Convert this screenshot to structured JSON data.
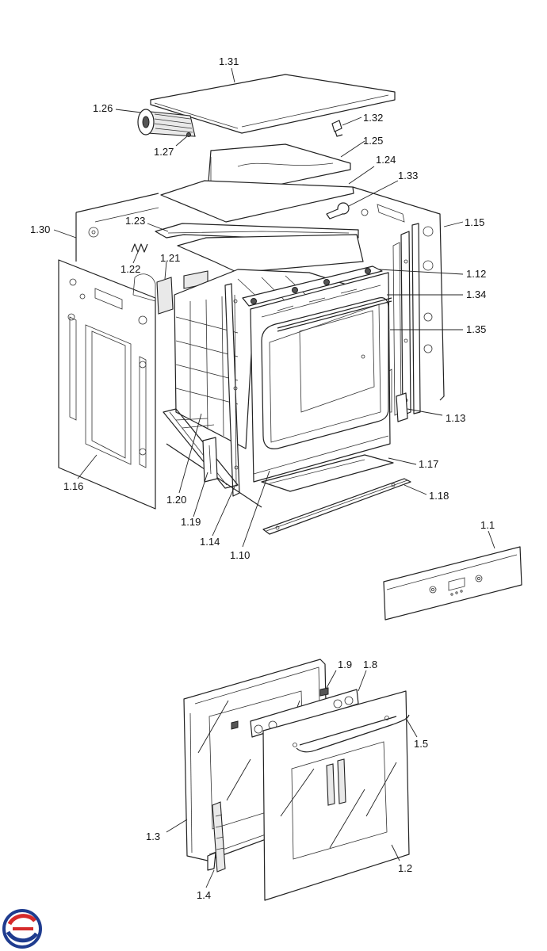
{
  "labels": {
    "l1_31": "1.31",
    "l1_26": "1.26",
    "l1_27": "1.27",
    "l1_32": "1.32",
    "l1_25": "1.25",
    "l1_24": "1.24",
    "l1_33": "1.33",
    "l1_30": "1.30",
    "l1_23": "1.23",
    "l1_15": "1.15",
    "l1_22": "1.22",
    "l1_21": "1.21",
    "l1_12": "1.12",
    "l1_34": "1.34",
    "l1_35": "1.35",
    "l1_13": "1.13",
    "l1_17": "1.17",
    "l1_16": "1.16",
    "l1_18": "1.18",
    "l1_20": "1.20",
    "l1_19": "1.19",
    "l1_14": "1.14",
    "l1_10": "1.10",
    "l1_1": "1.1",
    "l1_9": "1.9",
    "l1_8": "1.8",
    "l1_5": "1.5",
    "l1_3": "1.3",
    "l1_2": "1.2",
    "l1_4": "1.4"
  },
  "colors": {
    "line": "#222222",
    "logo_blue": "#1f3c8f",
    "logo_red": "#d62a2a"
  },
  "icons": {
    "logo": "brand-logo-icon"
  }
}
